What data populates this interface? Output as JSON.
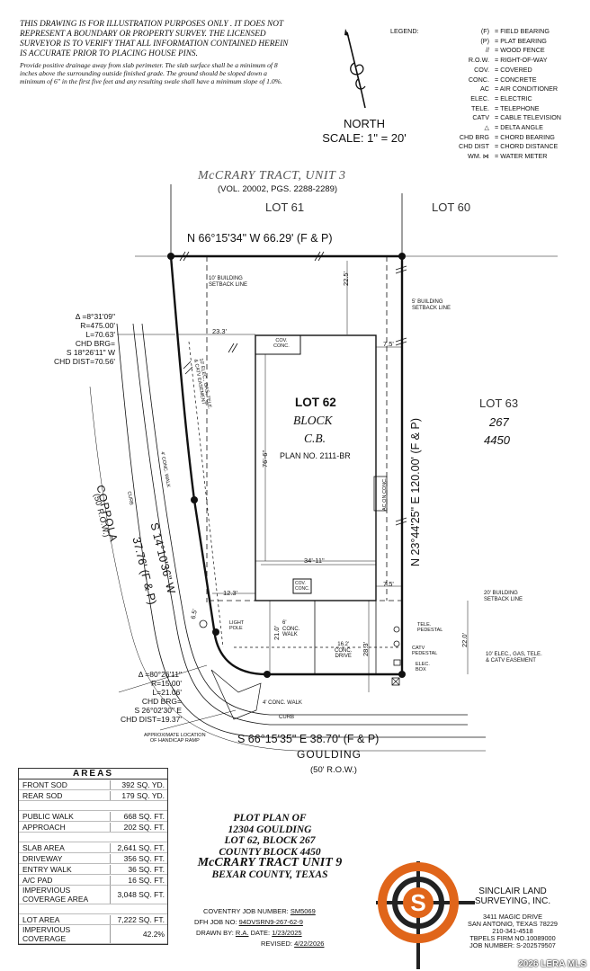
{
  "disclaimer": "THIS DRAWING IS FOR ILLUSTRATION PURPOSES ONLY . IT DOES NOT REPRESENT A BOUNDARY OR PROPERTY SURVEY. THE LICENSED SURVEYOR IS TO VERIFY THAT ALL INFORMATION CONTAINED HEREIN IS ACCURATE PRIOR TO PLACING HOUSE PINS.",
  "drainage_note": "Provide positive drainage away from slab perimeter. The slab surface shall be a minimum of 8 inches above the surrounding outside finished grade. The ground should be sloped down a minimum of 6\" in the first five feet and any resulting swale shall have a minimum slope of 1.0%.",
  "legend": {
    "title": "LEGEND:",
    "items": [
      {
        "key": "(F)",
        "value": "= FIELD BEARING"
      },
      {
        "key": "(P)",
        "value": "= PLAT BEARING"
      },
      {
        "key": "//",
        "value": "= WOOD FENCE"
      },
      {
        "key": "R.O.W.",
        "value": "= RIGHT-OF-WAY"
      },
      {
        "key": "COV.",
        "value": "= COVERED"
      },
      {
        "key": "CONC.",
        "value": "= CONCRETE"
      },
      {
        "key": "AC",
        "value": "= AIR CONDITIONER"
      },
      {
        "key": "ELEC.",
        "value": "= ELECTRIC"
      },
      {
        "key": "TELE.",
        "value": "= TELEPHONE"
      },
      {
        "key": "CATV",
        "value": "= CABLE TELEVISION"
      },
      {
        "key": "△",
        "value": "= DELTA ANGLE"
      },
      {
        "key": "CHD BRG",
        "value": "= CHORD BEARING"
      },
      {
        "key": "CHD DIST",
        "value": "= CHORD DISTANCE"
      },
      {
        "key": "WM. ⋈",
        "value": "= WATER METER"
      }
    ]
  },
  "north": {
    "label": "NORTH",
    "scale": "SCALE: 1\" = 20'"
  },
  "plan": {
    "tract": "McCRARY TRACT, UNIT 3",
    "tract_vol": "(VOL. 20002, PGS. 2288-2289)",
    "lot61": "LOT 61",
    "lot60": "LOT 60",
    "lot63": "LOT 63",
    "lot63_block": "267",
    "lot63_cb": "4450",
    "north_line": "N 66°15'34\" W 66.29' (F & P)",
    "east_line": "N 23°44'25\" E 120.00' (F & P)",
    "south_line": "S 66°15'35\" E 38.70' (F & P)",
    "west_line": "S 14°10'36\" W",
    "west_line2": "37.76' (F & P)",
    "lot_label": "LOT 62",
    "block_label": "BLOCK",
    "cb_label": "C.B.",
    "plan_no": "PLAN NO. 2111-BR",
    "setback10": "10' BUILDING\nSETBACK LINE",
    "setback5": "5' BUILDING\nSETBACK LINE",
    "setback20": "20' BUILDING\nSETBACK LINE",
    "dim_22_5": "22.5'",
    "dim_23_3": "23.3'",
    "dim_7_5a": "7.5'",
    "dim_7_5b": "7.5'",
    "dim_76_6": "76'-6\"",
    "dim_34_11": "34'-11\"",
    "dim_12_3": "12.3'",
    "dim_21_0": "21.0'",
    "dim_28_3": "28.3'",
    "dim_22_0": "22.0'",
    "dim_6_5": "6.5'",
    "cov_conc_top": "COV.\nCONC.",
    "cov_conc_bot": "COV.\nCONC.",
    "ac_on_conc": "AC ON CONC.",
    "easement_west": "10' ELEC., GAS, TELE.\n& CATV EASEMENT",
    "easement_south": "10' ELEC., GAS, TELE.\n& CATV EASEMENT",
    "conc_walk_west": "4' CONC. WALK",
    "curb_west": "CURB",
    "conc_walk_south": "4' CONC. WALK",
    "curb_south": "CURB",
    "walk6": "6'\nCONC.\nWALK",
    "drive": "16.2'\nCONC.\nDRIVE",
    "light_pole": "LIGHT\nPOLE",
    "tele_ped": "TELE.\nPEDESTAL",
    "catv_ped": "CATV\nPEDESTAL",
    "elec_box": "ELEC.\nBOX",
    "coppola": "COPPOLA",
    "coppola_row": "(50' R.O.W.)",
    "goulding": "GOULDING",
    "goulding_row": "(50' R.O.W.)",
    "ramp": "APPROXIMATE LOCATION\nOF HANDICAP RAMP",
    "curve1": [
      "Δ =8°31'09\"",
      "R=475.00'",
      "L=70.63'",
      "CHD BRG=",
      "S 18°26'11\" W",
      "CHD DIST=70.56'"
    ],
    "curve2": [
      "Δ =80°26'11\"",
      "R=15.00'",
      "L=21.06'",
      "CHD BRG=",
      "S 26°02'30\" E",
      "CHD DIST=19.37'"
    ]
  },
  "areas": {
    "title": "AREAS",
    "groups": [
      [
        {
          "label": "FRONT SOD",
          "value": "392 SQ. YD."
        },
        {
          "label": "REAR SOD",
          "value": "179 SQ. YD."
        }
      ],
      [
        {
          "label": "PUBLIC WALK",
          "value": "668 SQ. FT."
        },
        {
          "label": "APPROACH",
          "value": "202 SQ. FT."
        }
      ],
      [
        {
          "label": "SLAB AREA",
          "value": "2,641 SQ. FT."
        },
        {
          "label": "DRIVEWAY",
          "value": "356 SQ. FT."
        },
        {
          "label": "ENTRY WALK",
          "value": "36 SQ. FT."
        },
        {
          "label": "A/C PAD",
          "value": "16 SQ. FT."
        },
        {
          "label": "IMPERVIOUS COVERAGE AREA",
          "value": "3,048 SQ. FT."
        }
      ],
      [
        {
          "label": "LOT AREA",
          "value": "7,222 SQ. FT."
        },
        {
          "label": "IMPERVIOUS COVERAGE",
          "value": "42.2%"
        }
      ]
    ]
  },
  "title_block": {
    "l1": "PLOT PLAN OF",
    "l2": "12304 GOULDING",
    "l3": "LOT 62, BLOCK 267",
    "l4": "COUNTY BLOCK 4450",
    "l5": "McCRARY TRACT UNIT 9",
    "l6": "BEXAR COUNTY, TEXAS"
  },
  "jobs": {
    "coventry_label": "COVENTRY JOB NUMBER:",
    "coventry": "SM5069",
    "dfh_label": "DFH JOB NO:",
    "dfh": "94DVSRN9-267-62-9",
    "drawn_label": "DRAWN BY:",
    "drawn": "R.A.",
    "date_label": "DATE:",
    "date": "1/23/2025",
    "revised_label": "REVISED:",
    "revised": "4/22/2026"
  },
  "surveyor": {
    "name": "SINCLAIR LAND\nSURVEYING, INC.",
    "addr1": "3411 MAGIC DRIVE",
    "addr2": "SAN ANTONIO, TEXAS 78229",
    "phone": "210-341-4518",
    "firm": "TBPELS FIRM NO.10089000",
    "job": "JOB NUMBER: S-202579507",
    "logo_letter": "S"
  },
  "watermark": "2026 LERA MLS",
  "colors": {
    "logo_orange": "#e0651a",
    "logo_dark": "#222222"
  }
}
